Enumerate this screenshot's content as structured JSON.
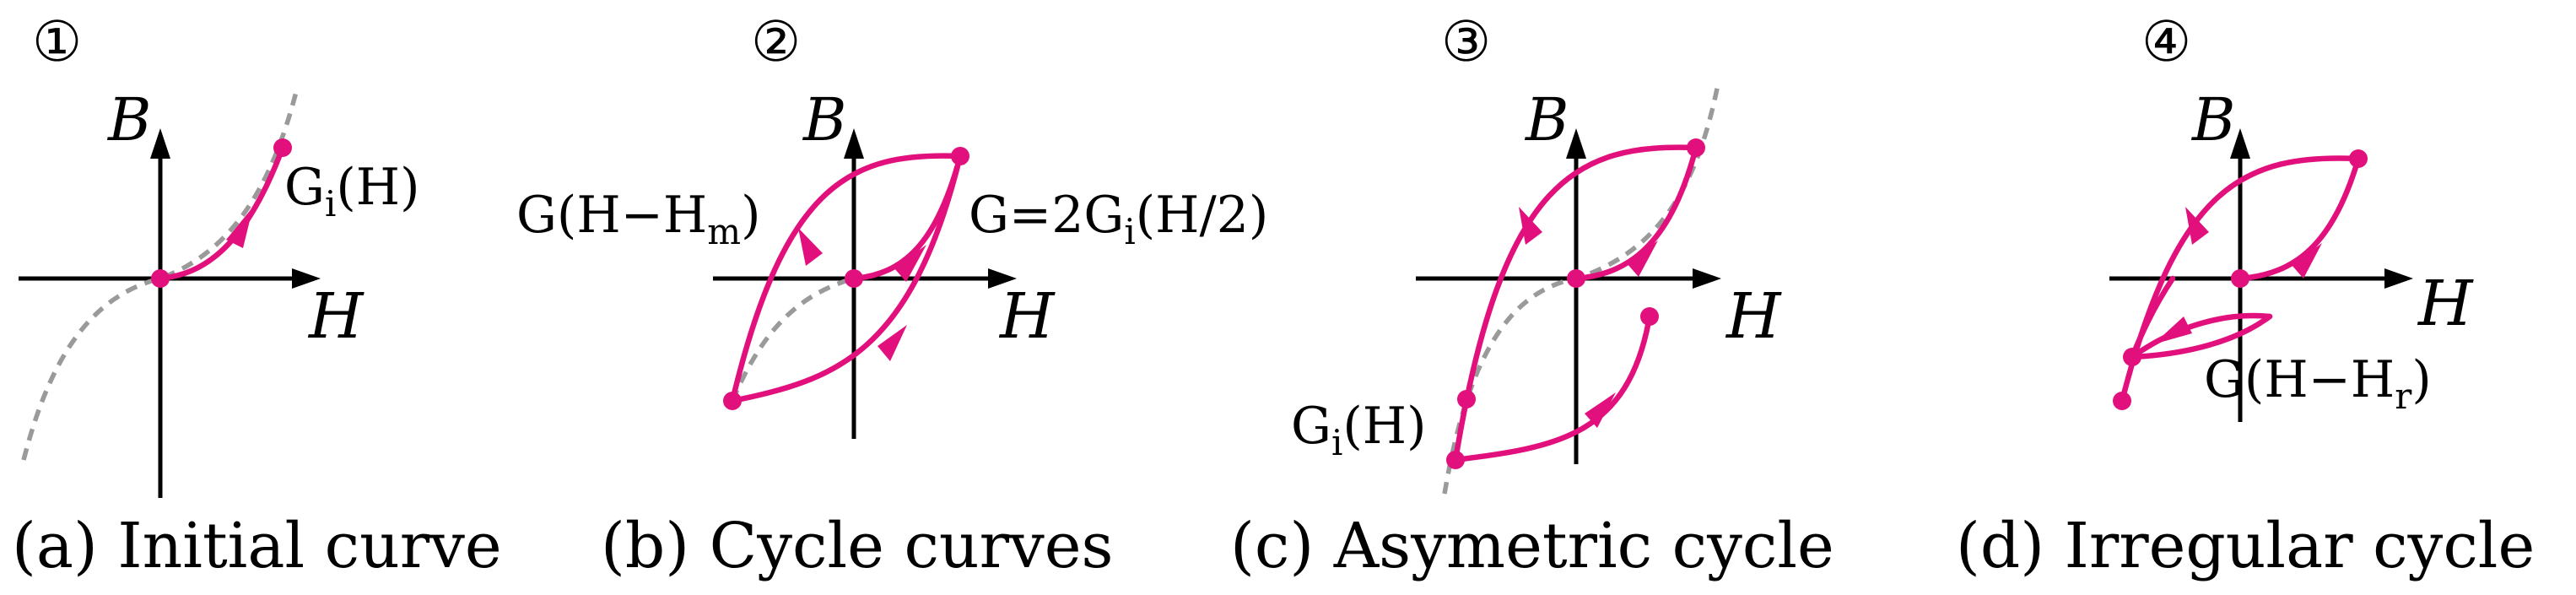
{
  "colors": {
    "curve": "#e2107c",
    "axis": "#000000",
    "dashed": "#9a9a9a",
    "background": "#ffffff"
  },
  "panels": [
    {
      "number": "①",
      "caption": "(a) Initial curve",
      "axis_h": "H",
      "axis_b": "B",
      "labels": [
        {
          "main": "G",
          "sub": "i",
          "rest": "(H)"
        }
      ]
    },
    {
      "number": "②",
      "caption": "(b) Cycle curves",
      "axis_h": "H",
      "axis_b": "B",
      "labels": [
        {
          "main": "G(H−H",
          "sub": "m",
          "rest": ")"
        },
        {
          "main": "G=2G",
          "sub": "i",
          "rest": "(H/2)"
        }
      ]
    },
    {
      "number": "③",
      "caption": "(c) Asymetric cycle",
      "axis_h": "H",
      "axis_b": "B",
      "labels": [
        {
          "main": "G",
          "sub": "i",
          "rest": "(H)"
        }
      ]
    },
    {
      "number": "④",
      "caption": "(d) Irregular cycle",
      "axis_h": "H",
      "axis_b": "B",
      "labels": [
        {
          "main": "G(H−H",
          "sub": "r",
          "rest": ")"
        }
      ]
    }
  ]
}
